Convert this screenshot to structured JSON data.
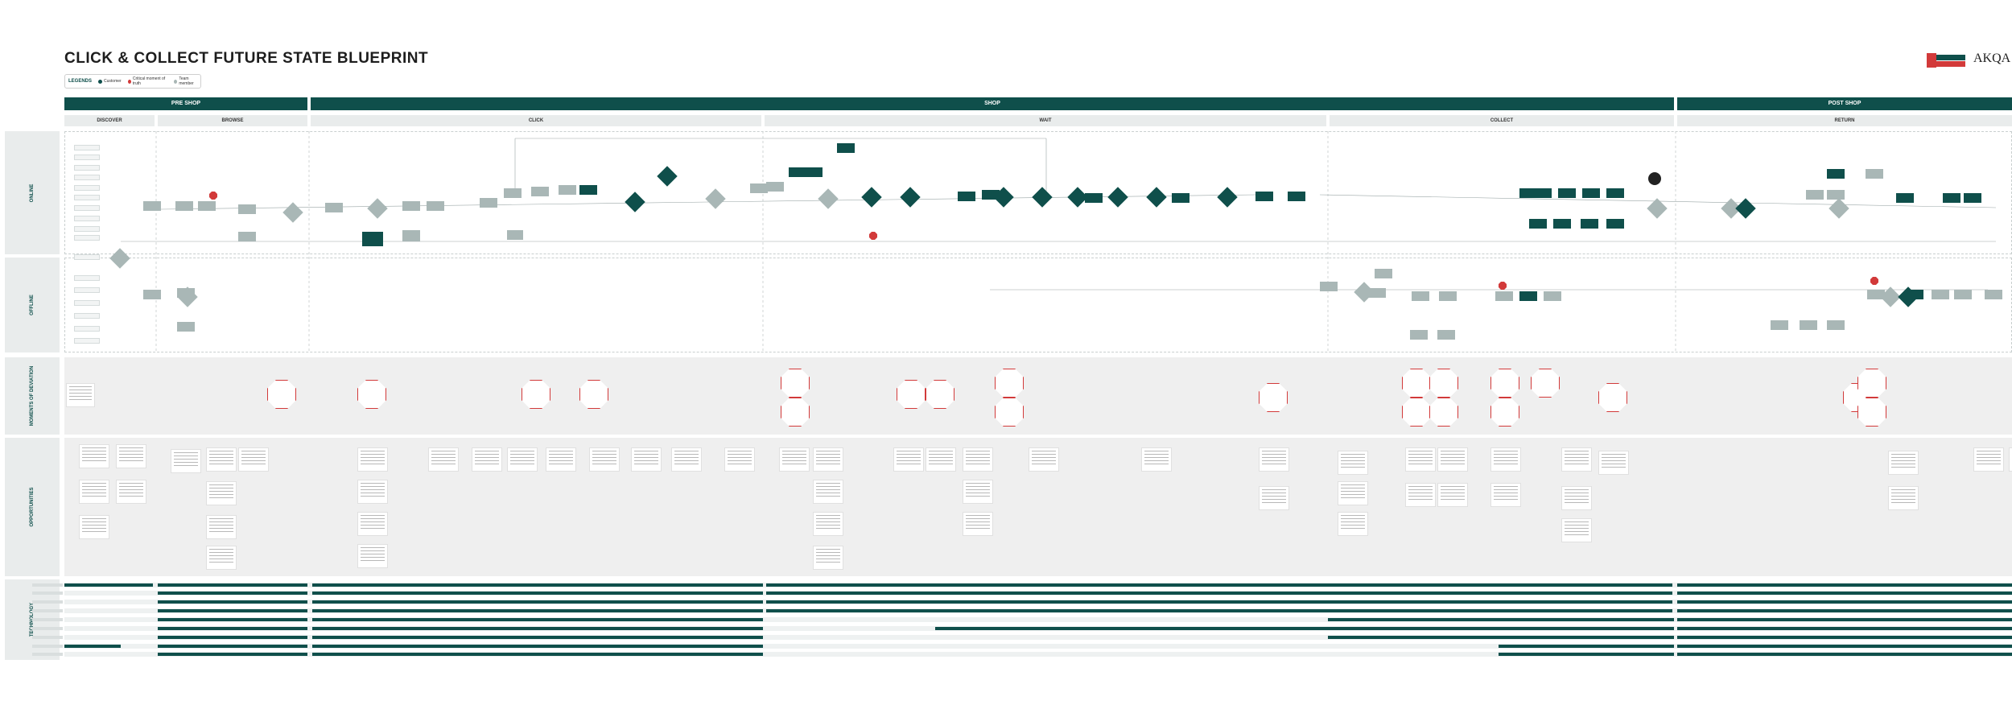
{
  "title": "CLICK & COLLECT FUTURE STATE BLUEPRINT",
  "legend": {
    "label": "LEGENDS",
    "items": [
      {
        "label": "Customer",
        "color": "#0f4f4b"
      },
      {
        "label": "Critical moment of truth",
        "color": "#d23a3a"
      },
      {
        "label": "Team member",
        "color": "#a9b7b6"
      }
    ]
  },
  "brand": {
    "logo_text": "AKQA",
    "bunnings_color": "#d23a3a"
  },
  "phases": [
    {
      "label": "PRE SHOP"
    },
    {
      "label": "SHOP"
    },
    {
      "label": "POST SHOP"
    }
  ],
  "stages": [
    {
      "label": "DISCOVER"
    },
    {
      "label": "BROWSE"
    },
    {
      "label": "CLICK"
    },
    {
      "label": "WAIT"
    },
    {
      "label": "COLLECT"
    },
    {
      "label": "RETURN"
    }
  ],
  "lanes": [
    {
      "label": "ONLINE"
    },
    {
      "label": "OFFLINE"
    },
    {
      "label": "MOMENTS OF DEVIATION"
    },
    {
      "label": "OPPORTUNITIES"
    },
    {
      "label": "TECHNOLOGY"
    }
  ],
  "colors": {
    "primary": "#0f4f4b",
    "secondary": "#a9b7b6",
    "alert": "#d23a3a",
    "lane_bg": "#e9ecec"
  }
}
